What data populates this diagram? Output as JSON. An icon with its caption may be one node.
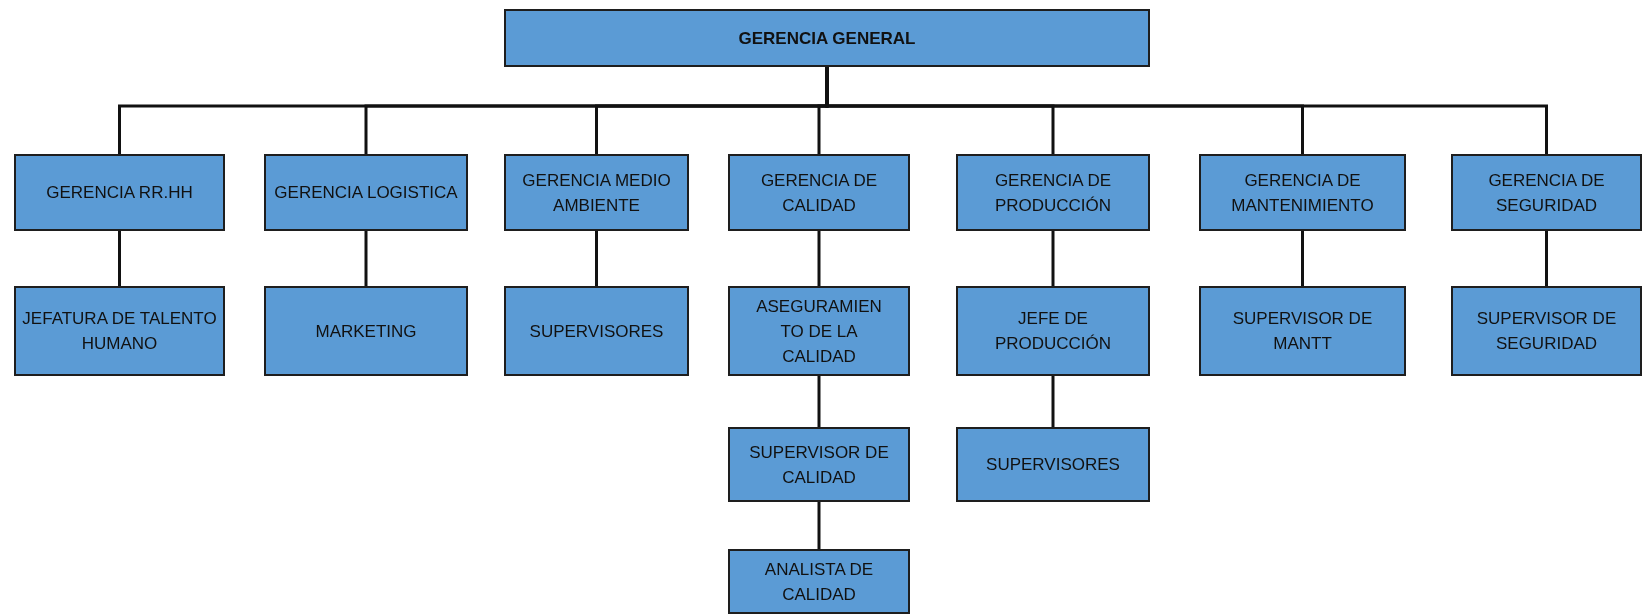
{
  "diagram": {
    "nodes": [
      {
        "text": [
          "GERENCIA GENERAL"
        ]
      },
      {
        "text": [
          "GERENCIA RR.HH"
        ]
      },
      {
        "text": [
          "GERENCIA LOGISTICA"
        ]
      },
      {
        "text": [
          "GERENCIA MEDIO AMBIENTE"
        ]
      },
      {
        "text": [
          "GERENCIA DE CALIDAD"
        ]
      },
      {
        "text": [
          "GERENCIA DE PRODUCCIÓN"
        ]
      },
      {
        "text": [
          "GERENCIA DE MANTENIMIENTO"
        ]
      },
      {
        "text": [
          "GERENCIA DE SEGURIDAD"
        ]
      },
      {
        "text": [
          "JEFATURA DE TALENTO HUMANO"
        ]
      },
      {
        "text": [
          "MARKETING"
        ]
      },
      {
        "text": [
          "SUPERVISORES"
        ]
      },
      {
        "text": [
          "ASEGURAMIEN TO DE LA CALIDAD"
        ]
      },
      {
        "text": [
          "JEFE DE PRODUCCIÓN"
        ]
      },
      {
        "text": [
          "SUPERVISOR DE MANTT"
        ]
      },
      {
        "text": [
          "SUPERVISOR DE SEGURIDAD"
        ]
      },
      {
        "text": [
          "SUPERVISOR DE CALIDAD"
        ]
      },
      {
        "text": [
          "SUPERVISORES"
        ]
      },
      {
        "text": [
          "ANALISTA DE CALIDAD"
        ]
      }
    ],
    "edges": [
      {
        "from": 0,
        "to": 1,
        "arrow": "none"
      },
      {
        "from": 0,
        "to": 2,
        "arrow": "none"
      },
      {
        "from": 0,
        "to": 3,
        "arrow": "none"
      },
      {
        "from": 0,
        "to": 4,
        "arrow": "none"
      },
      {
        "from": 0,
        "to": 5,
        "arrow": "none"
      },
      {
        "from": 0,
        "to": 6,
        "arrow": "none"
      },
      {
        "from": 0,
        "to": 7,
        "arrow": "none"
      },
      {
        "from": 1,
        "to": 8,
        "arrow": "none"
      },
      {
        "from": 2,
        "to": 9,
        "arrow": "none"
      },
      {
        "from": 3,
        "to": 10,
        "arrow": "none"
      },
      {
        "from": 4,
        "to": 11,
        "arrow": "none"
      },
      {
        "from": 5,
        "to": 12,
        "arrow": "none"
      },
      {
        "from": 6,
        "to": 13,
        "arrow": "none"
      },
      {
        "from": 7,
        "to": 14,
        "arrow": "none"
      },
      {
        "from": 11,
        "to": 15,
        "arrow": "none"
      },
      {
        "from": 12,
        "to": 16,
        "arrow": "none"
      },
      {
        "from": 15,
        "to": 17,
        "arrow": "none"
      }
    ]
  }
}
